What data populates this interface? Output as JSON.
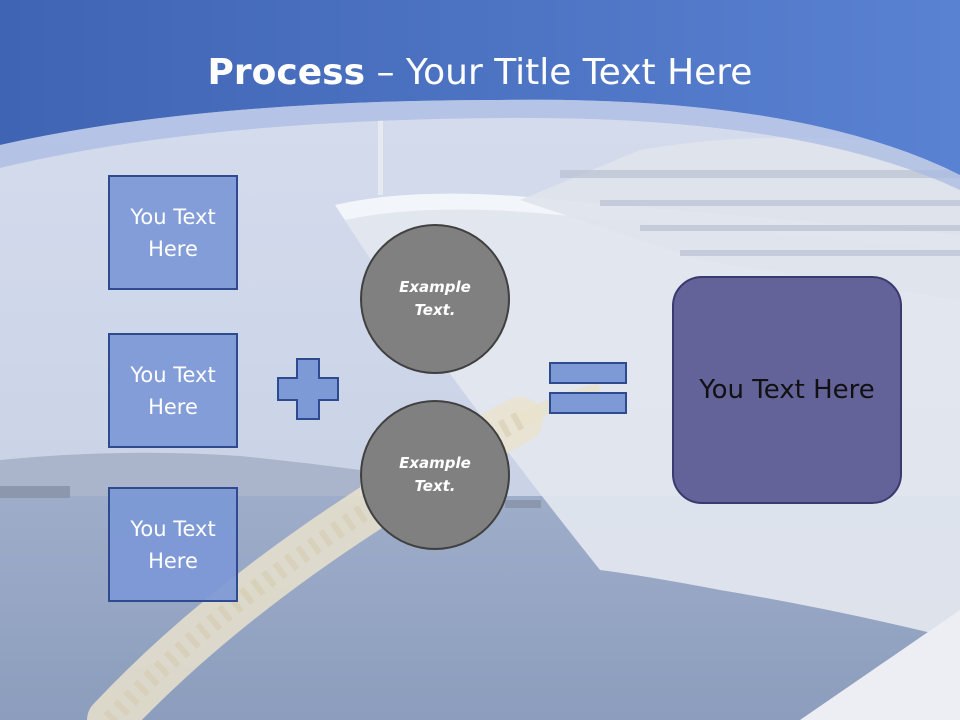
{
  "slide": {
    "title_bold": "Process",
    "title_dash": " – ",
    "title_rest": "Your Title Text Here"
  },
  "left_boxes": [
    {
      "label_line1": "You Text",
      "label_line2": "Here"
    },
    {
      "label_line1": "You Text",
      "label_line2": "Here"
    },
    {
      "label_line1": "You Text",
      "label_line2": "Here"
    }
  ],
  "circles": [
    {
      "line1": "Example",
      "line2": "Text."
    },
    {
      "line1": "Example",
      "line2": "Text."
    }
  ],
  "result": {
    "label": "You Text Here"
  },
  "icons": {
    "plus": "plus-icon",
    "equals": "equals-icon"
  },
  "colors": {
    "header_blue": "#4f78c8",
    "box_fill": "#7c98d6",
    "box_border": "#2e4b8f",
    "circle_fill": "#808080",
    "result_fill": "#636399"
  }
}
